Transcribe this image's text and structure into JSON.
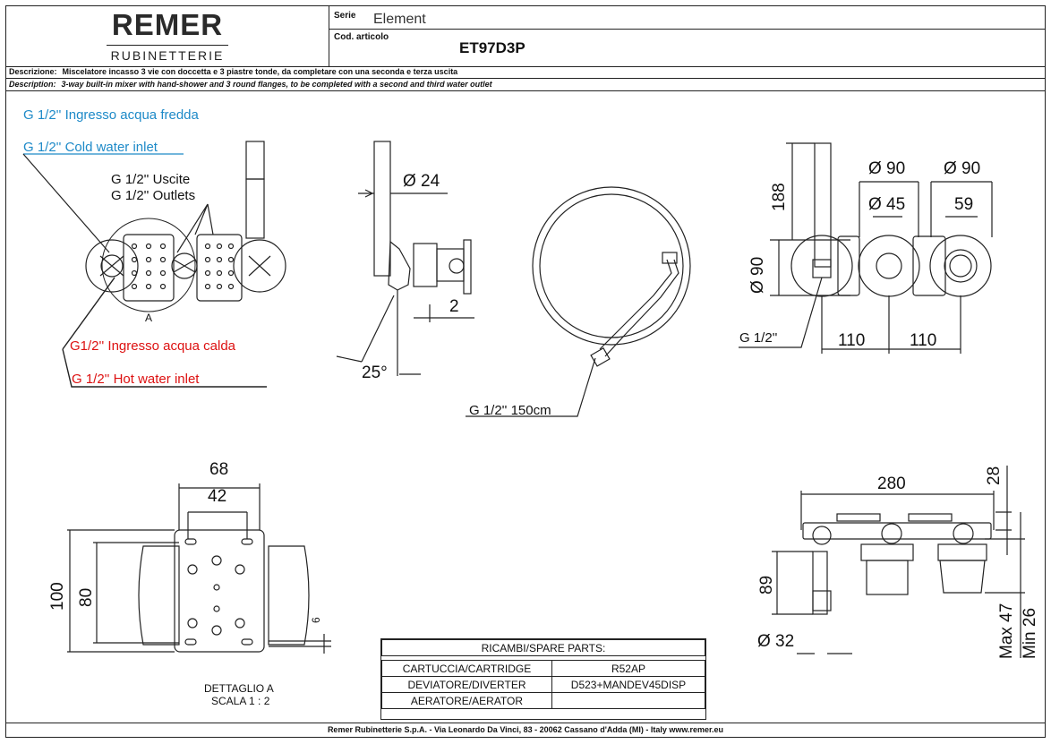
{
  "header": {
    "brand": "REMER",
    "brand_sub": "RUBINETTERIE",
    "serie_label": "Serie",
    "serie_value": "Element",
    "cod_label": "Cod. articolo",
    "cod_value": "ET97D3P"
  },
  "descriptions": {
    "it_label": "Descrizione:",
    "it_text": "Miscelatore incasso 3 vie con doccetta e 3 piastre tonde, da completare con una seconda e terza uscita",
    "en_label": "Description:",
    "en_text": "3-way built-in mixer with hand-shower and 3 round flanges, to be completed with a second  and third water outlet"
  },
  "annotations": {
    "cold_it": "G 1/2'' Ingresso acqua fredda",
    "cold_en": "G 1/2'' Cold water inlet",
    "outlets_it": "G 1/2'' Uscite",
    "outlets_en": "G 1/2'' Outlets",
    "detail_ref": "A",
    "hot_it": "G1/2'' Ingresso acqua calda",
    "hot_en": "G 1/2'' Hot water inlet",
    "hose": "G 1/2'' 150cm",
    "front_inlet": "G 1/2''",
    "detail_title": "DETTAGLIO A",
    "detail_scale": "SCALA 1 : 2"
  },
  "dimensions": {
    "side_dia": "Ø 24",
    "side_gap": "2",
    "side_angle": "25°",
    "front_h": "188",
    "front_d90a": "Ø 90",
    "front_d90b": "Ø 90",
    "front_d45": "Ø 45",
    "front_59": "59",
    "front_d90v": "Ø 90",
    "front_110a": "110",
    "front_110b": "110",
    "detail_68": "68",
    "detail_42": "42",
    "detail_100": "100",
    "detail_80": "80",
    "detail_6": "6",
    "top_280": "280",
    "top_28": "28",
    "top_89": "89",
    "top_d32": "Ø 32",
    "top_max": "Max 47",
    "top_min": "Min 26"
  },
  "spare_parts": {
    "title": "RICAMBI/SPARE PARTS:",
    "rows": [
      {
        "name": "CARTUCCIA/CARTRIDGE",
        "code": "R52AP"
      },
      {
        "name": "DEVIATORE/DIVERTER",
        "code": "D523+MANDEV45DISP"
      },
      {
        "name": "AERATORE/AERATOR",
        "code": ""
      }
    ]
  },
  "footer": "Remer Rubinetterie S.p.A. - Via Leonardo Da Vinci, 83 - 20062 Cassano d'Adda (MI) - Italy www.remer.eu"
}
